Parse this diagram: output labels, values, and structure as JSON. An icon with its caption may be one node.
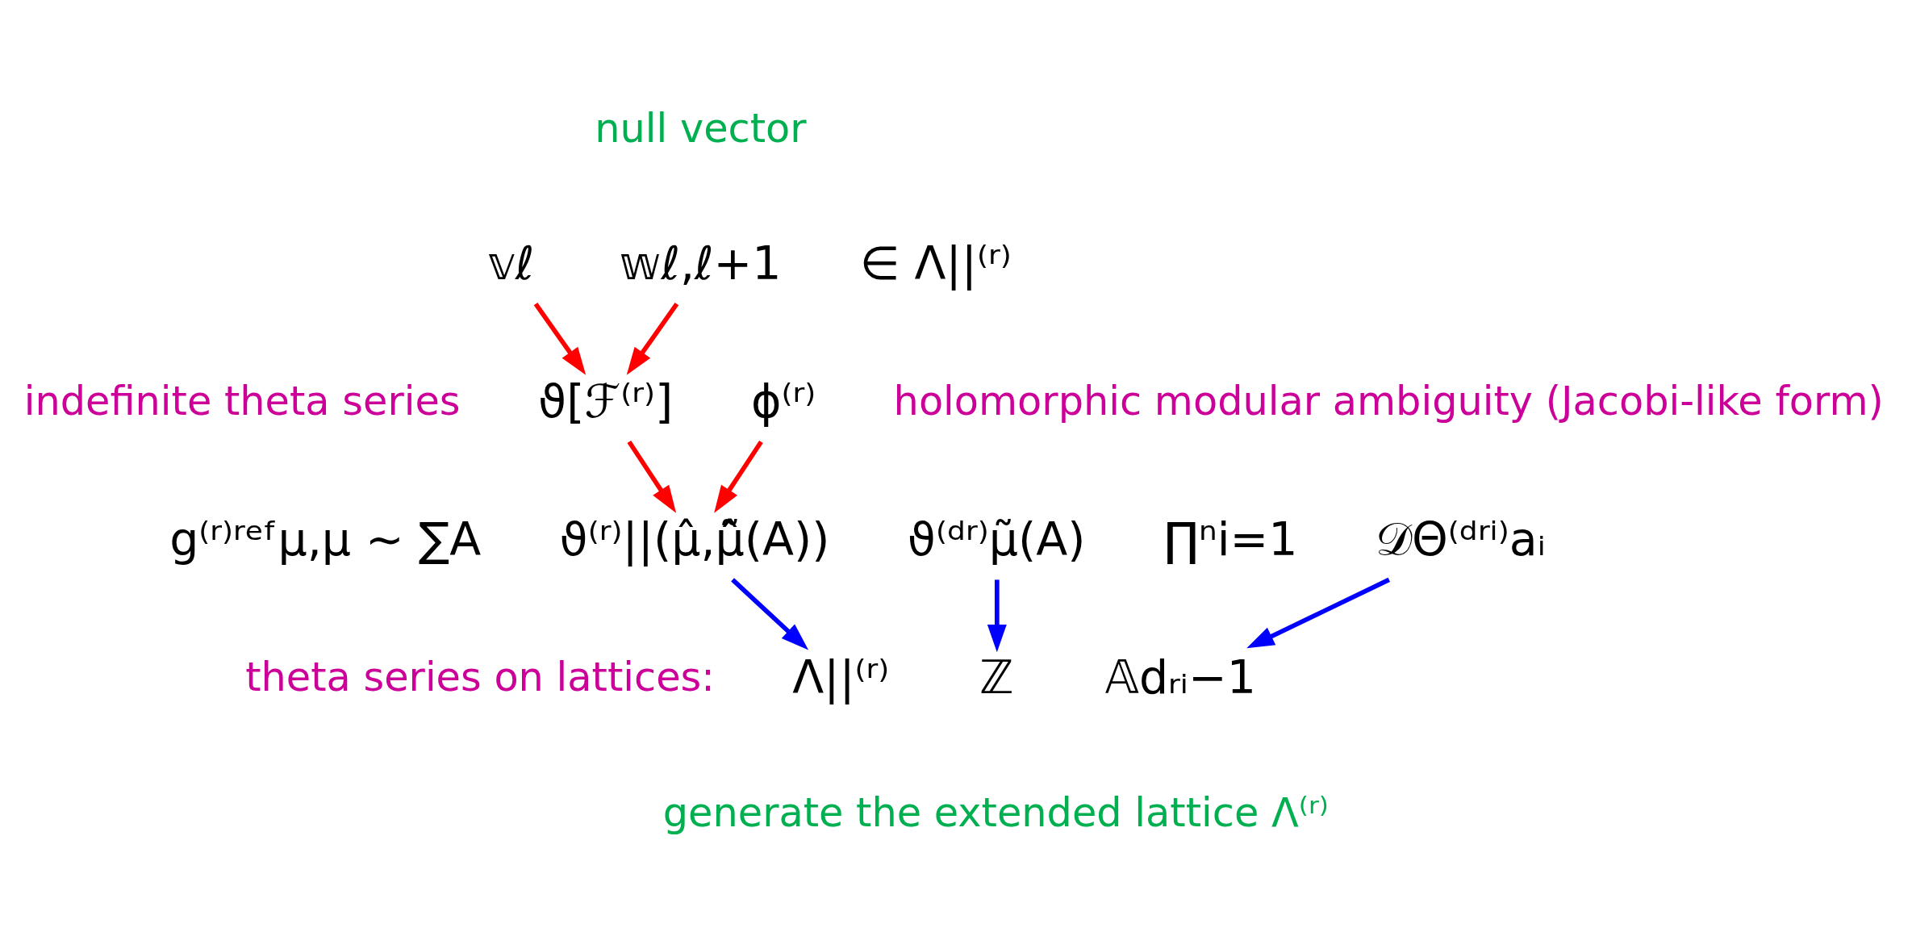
{
  "diagram": {
    "nodes": [
      {
        "text": [
          "𝕧ℓ"
        ]
      },
      {
        "text": [
          "𝕨ℓ,ℓ+1"
        ],
        "beside": [
          "null vector"
        ]
      },
      {
        "text": [
          "ϑ[ℱ⁽ʳ⁾]"
        ],
        "beside": [
          "indefinite theta series"
        ]
      },
      {
        "text": [
          "ϕ⁽ʳ⁾"
        ],
        "beside": [
          "holomorphic modular ambiguity (Jacobi-like form)"
        ]
      },
      {
        "text": [
          "ϑ⁽ʳ⁾||(μ̂,μ̂̃(A))"
        ]
      },
      {
        "text": [
          "ϑ⁽ᵈʳ⁾μ̃(A)"
        ]
      },
      {
        "text": [
          "𝒟Θ⁽ᵈʳⁱ⁾aᵢ"
        ]
      },
      {
        "text": [
          "Λ||⁽ʳ⁾"
        ]
      },
      {
        "text": [
          "ℤ"
        ]
      },
      {
        "text": [
          "𝔸dᵣᵢ−1"
        ]
      }
    ],
    "edges": [
      {
        "from": 0,
        "to": 2,
        "arrow": "to"
      },
      {
        "from": 1,
        "to": 2,
        "arrow": "to"
      },
      {
        "from": 2,
        "to": 4,
        "arrow": "to"
      },
      {
        "from": 3,
        "to": 4,
        "arrow": "to"
      },
      {
        "from": 4,
        "to": 7,
        "arrow": "to",
        "color": "#0000ff"
      },
      {
        "from": 5,
        "to": 8,
        "arrow": "to",
        "color": "#0000ff"
      },
      {
        "from": 6,
        "to": 9,
        "arrow": "to",
        "color": "#0000ff"
      }
    ],
    "labels": [
      "∈ Λ||⁽ʳ⁾",
      "g⁽ʳ⁾ʳᵉᶠμ,μ ∼ ∑A",
      "∏ⁿi=1",
      "theta series on lattices:",
      "generate the extended lattice Λ⁽ʳ⁾"
    ]
  }
}
